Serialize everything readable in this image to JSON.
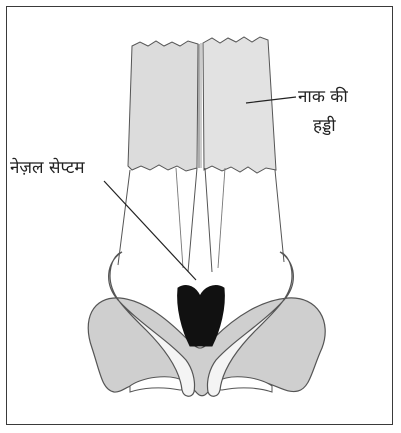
{
  "labels": {
    "nasal_bone_line1": "नाक की",
    "nasal_bone_line2": "हड्डी",
    "septum": "नेज़ल सेप्टम"
  },
  "colors": {
    "bone_fill": "#dcdcdc",
    "bone_fill_right": "#e2e2e2",
    "cartilage_fill": "#f4f4f4",
    "septum_fill": "#111111",
    "outline": "#555555"
  }
}
